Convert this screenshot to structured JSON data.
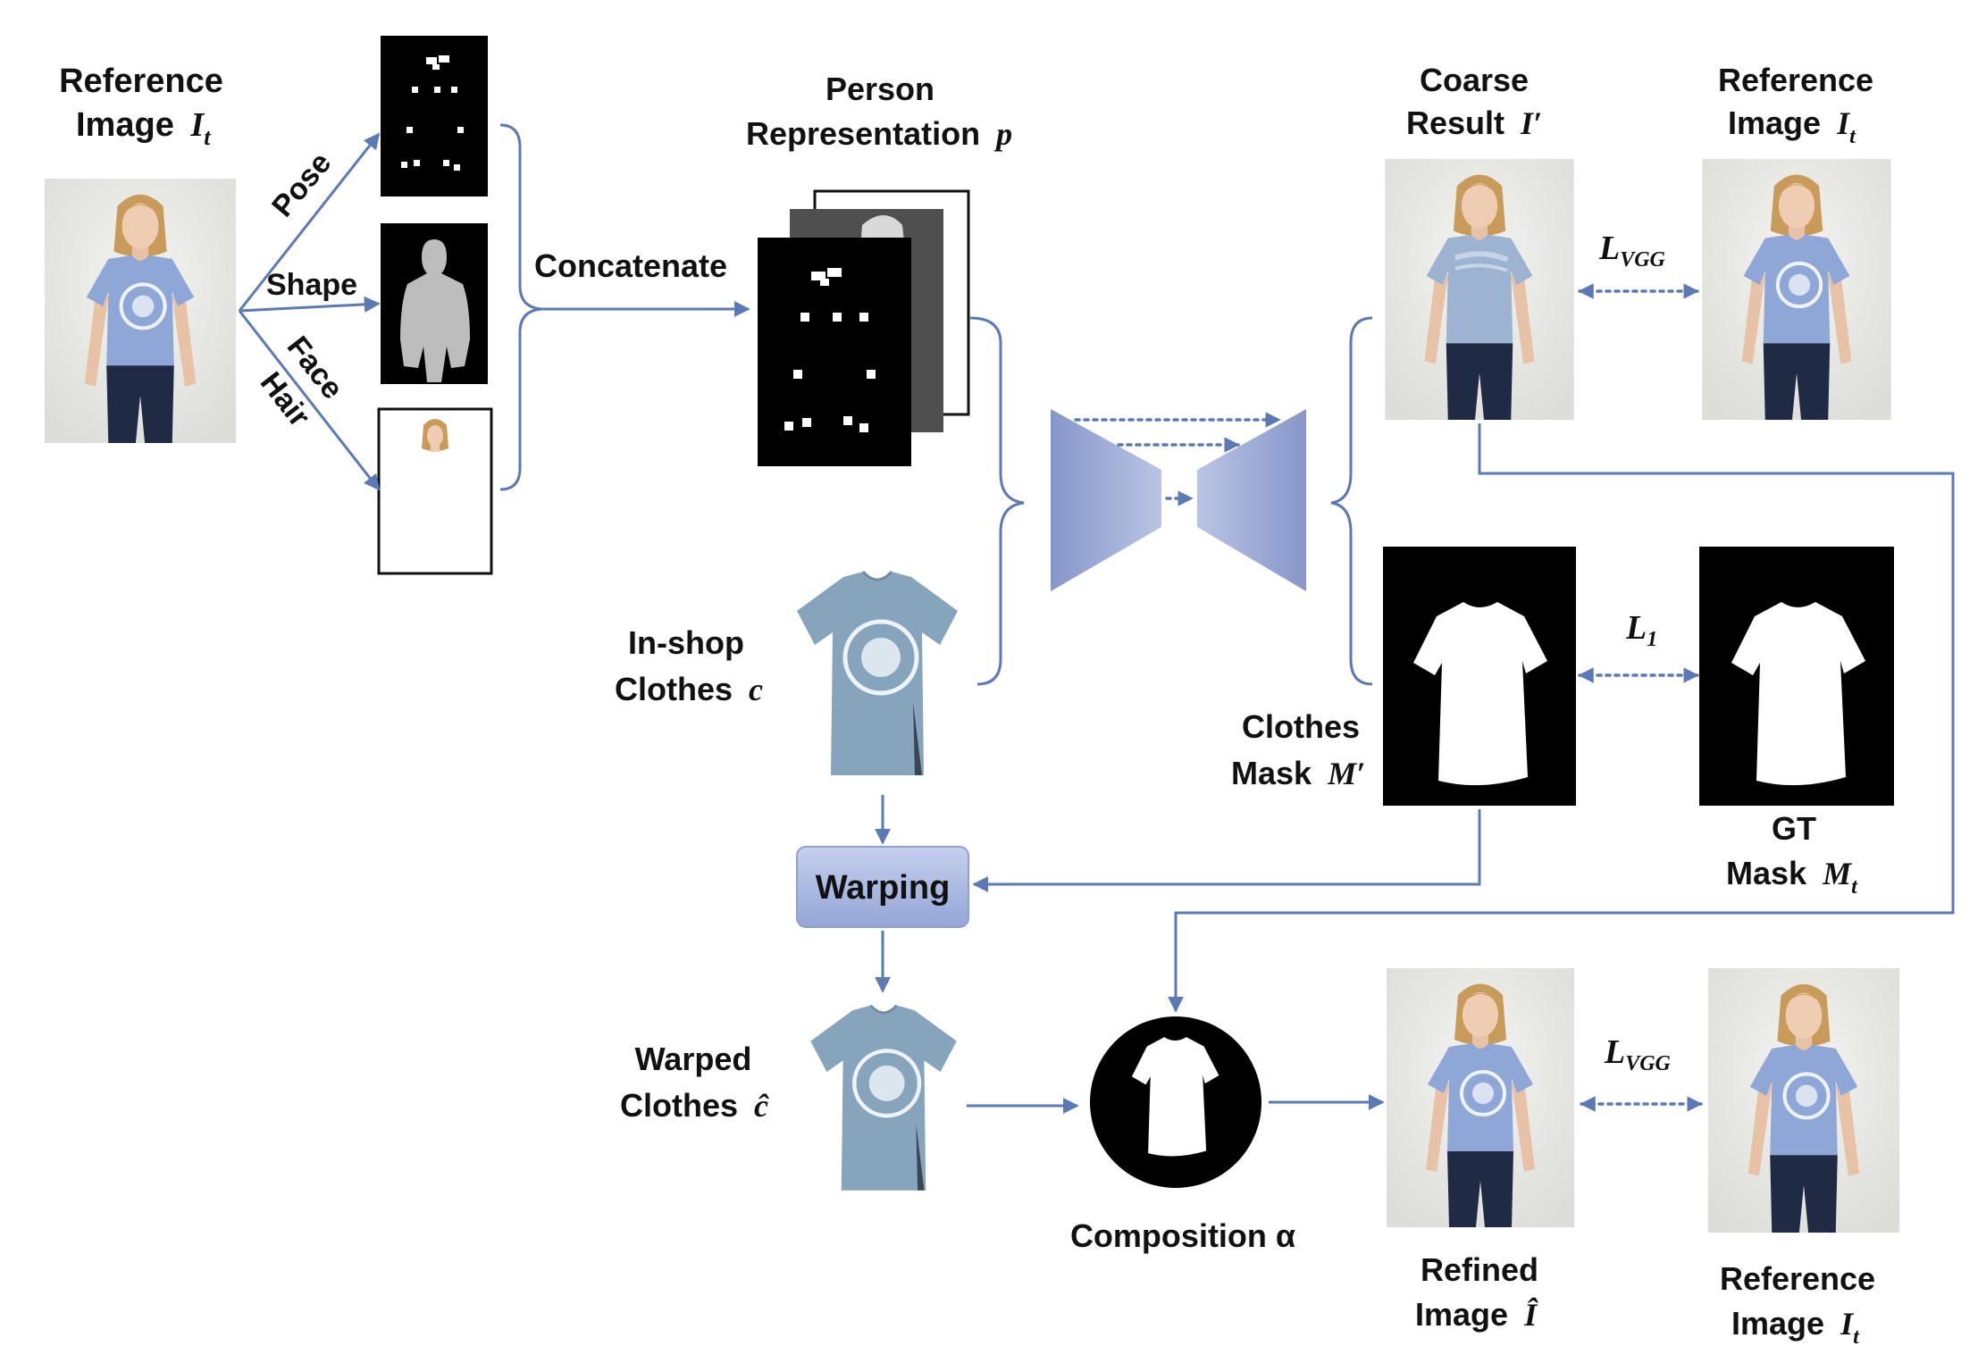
{
  "labels": {
    "reference_image": "Reference",
    "image_word": "Image",
    "coarse": "Coarse",
    "result": "Result",
    "person": "Person",
    "representation": "Representation",
    "in_shop": "In-shop",
    "clothes": "Clothes",
    "clothes_mask_line1": "Clothes",
    "mask": "Mask",
    "gt": "GT",
    "warped": "Warped",
    "refined": "Refined",
    "composition": "Composition α",
    "concatenate": "Concatenate",
    "warping": "Warping",
    "pose": "Pose",
    "shape": "Shape",
    "face": "Face",
    "hair": "Hair"
  },
  "math": {
    "It": "I",
    "It_sub": "t",
    "Iprime": "I′",
    "p": "p",
    "c": "c",
    "Mprime": "M′",
    "Mt": "M",
    "Mt_sub": "t",
    "chat": "ĉ",
    "Ihat": "Î",
    "L": "L",
    "vgg_sub": "VGG",
    "l1_sub": "1"
  },
  "colors": {
    "arrow": "#5b79b5",
    "network": "#8b9bcb",
    "shirt_blue": "#8fa7d6",
    "product_blue": "#87a4bd",
    "warp_box": "#a9b8e0"
  }
}
